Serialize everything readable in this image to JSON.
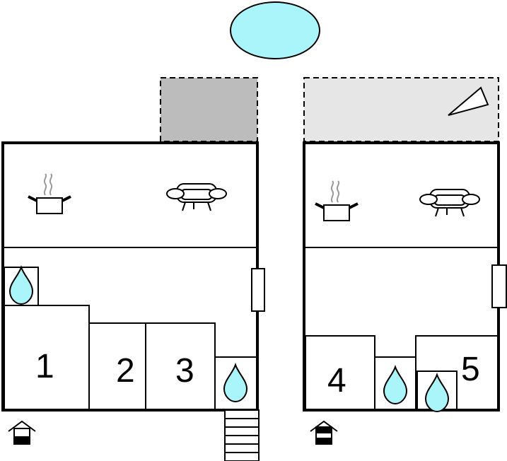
{
  "colors": {
    "pool": "#aaf5f9",
    "drop": "#aaf5f9",
    "terrace_dark": "#bcbcbc",
    "terrace_light": "#e6e6e6",
    "wall": "#000000"
  },
  "floor_left": {
    "rooms": [
      {
        "label": "1"
      },
      {
        "label": "2"
      },
      {
        "label": "3"
      }
    ],
    "icons": [
      "cooking-pot-icon",
      "sofa-icon",
      "water-drop-icon",
      "water-drop-icon",
      "window-icon",
      "entrance-icon",
      "stairs-icon"
    ]
  },
  "floor_right": {
    "rooms": [
      {
        "label": "4"
      },
      {
        "label": "5"
      }
    ],
    "icons": [
      "cooking-pot-icon",
      "sofa-icon",
      "water-drop-icon",
      "water-drop-icon",
      "window-icon",
      "upper-floor-icon",
      "sun-lounger-icon"
    ]
  }
}
